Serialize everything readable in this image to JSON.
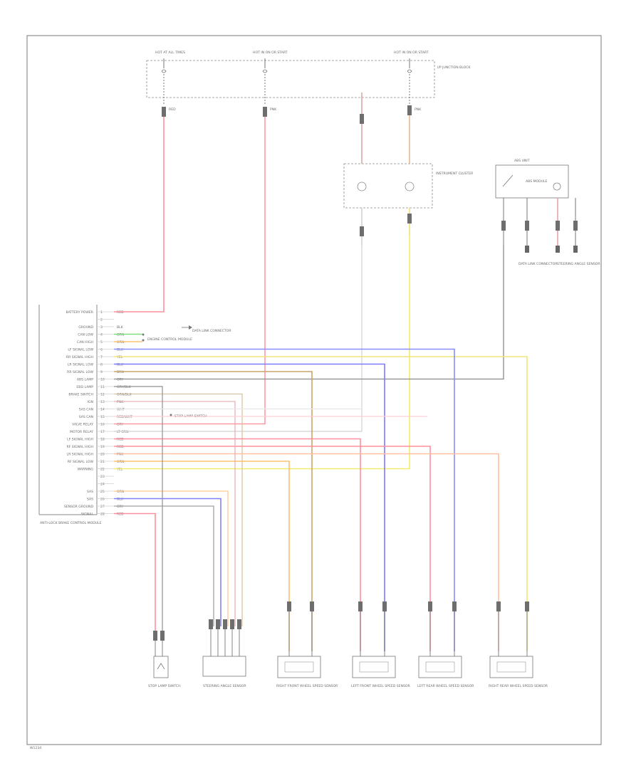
{
  "top_fuses": [
    {
      "id": "fuse-1",
      "label": "HOT AT ALL TIMES",
      "wire": "RED"
    },
    {
      "id": "fuse-2",
      "label": "HOT IN ON OR START",
      "wire": "PNK"
    },
    {
      "id": "fuse-3",
      "label": "HOT IN ON OR START",
      "wire": "PNK"
    }
  ],
  "fuse_box_label": "I/P JUNCTION BLOCK",
  "instrument_cluster_label": "INSTRUMENT CLUSTER",
  "abs_unit_label": "ABS UNIT",
  "abs_unit_inner_label": "ABS MODULE",
  "abs_outputs": [
    {
      "label": "DATA LINK CONNECTOR"
    },
    {
      "label": "STEERING ANGLE SENSOR"
    }
  ],
  "module_label": "ANTI-LOCK BRAKE CONTROL MODULE",
  "module_pins": [
    {
      "label": "BATTERY POWER",
      "pin": "1",
      "wire": "RED",
      "color": "#ff9aa5"
    },
    {
      "label": "",
      "pin": "2",
      "wire": "",
      "color": "#cfcfcf"
    },
    {
      "label": "GROUND",
      "pin": "3",
      "wire": "BLK",
      "color": "#9a9a9a"
    },
    {
      "label": "CAN LOW",
      "pin": "4",
      "wire": "GRN",
      "color": "#9be58f"
    },
    {
      "label": "CAN HIGH",
      "pin": "5",
      "wire": "ORN",
      "color": "#ffcf8c"
    },
    {
      "label": "LF SIGNAL LOW",
      "pin": "6",
      "wire": "BLU",
      "color": "#9090ff"
    },
    {
      "label": "RR SIGNAL HIGH",
      "pin": "7",
      "wire": "YEL",
      "color": "#f2f08a"
    },
    {
      "label": "LR SIGNAL LOW",
      "pin": "8",
      "wire": "BLU",
      "color": "#9090ff"
    },
    {
      "label": "RR SIGNAL LOW",
      "pin": "9",
      "wire": "BRN",
      "color": "#cdb38a"
    },
    {
      "label": "ABS LAMP",
      "pin": "10",
      "wire": "GRY",
      "color": "#a6a6a6"
    },
    {
      "label": "EBD LAMP",
      "pin": "11",
      "wire": "GRY/BLK",
      "color": "#8f8f8f"
    },
    {
      "label": "BRAKE SWITCH",
      "pin": "12",
      "wire": "ORN/BLK",
      "color": "#e7b878"
    },
    {
      "label": "IGN",
      "pin": "13",
      "wire": "PNK",
      "color": "#f7b9c3"
    },
    {
      "label": "SAS CAN",
      "pin": "14",
      "wire": "WHT",
      "color": "#d6d6d6"
    },
    {
      "label": "SAS CAN",
      "pin": "15",
      "wire": "RED/WHT",
      "color": "#ffb0b8"
    },
    {
      "label": "VALVE RELAY",
      "pin": "16",
      "wire": "GRY",
      "color": "#b9b9b9"
    },
    {
      "label": "MOTOR RELAY",
      "pin": "17",
      "wire": "LT GRN",
      "color": "#c8f0b8"
    },
    {
      "label": "LF SIGNAL HIGH",
      "pin": "18",
      "wire": "RED",
      "color": "#ff9aa5"
    },
    {
      "label": "RF SIGNAL HIGH",
      "pin": "19",
      "wire": "RED",
      "color": "#ff9aa5"
    },
    {
      "label": "LR SIGNAL HIGH",
      "pin": "20",
      "wire": "PNK",
      "color": "#ffb8c6"
    },
    {
      "label": "RF SIGNAL LOW",
      "pin": "21",
      "wire": "ORN",
      "color": "#ffcf8c"
    },
    {
      "label": "WARNING",
      "pin": "22",
      "wire": "YEL",
      "color": "#f2f08a"
    },
    {
      "label": "",
      "pin": "23",
      "wire": "",
      "color": "#cfcfcf"
    },
    {
      "label": "",
      "pin": "24",
      "wire": "",
      "color": "#cfcfcf"
    },
    {
      "label": "SAS",
      "pin": "25",
      "wire": "ORN",
      "color": "#ffcf8c"
    },
    {
      "label": "SAS",
      "pin": "26",
      "wire": "BLU",
      "color": "#9090ff"
    },
    {
      "label": "SENSOR GROUND",
      "pin": "27",
      "wire": "GRY",
      "color": "#a6a6a6"
    },
    {
      "label": "SIGNAL",
      "pin": "28",
      "wire": "RED",
      "color": "#ff9aa5"
    }
  ],
  "module_notes": [
    {
      "label": "ENGINE CONTROL MODULE"
    },
    {
      "label": "DATA LINK CONNECTOR"
    },
    {
      "label": "STOP LAMP SWITCH"
    }
  ],
  "bottom_components": [
    {
      "label": "STOP LAMP SWITCH"
    },
    {
      "label": "STEERING ANGLE SENSOR"
    },
    {
      "label": "RIGHT FRONT WHEEL SPEED SENSOR"
    },
    {
      "label": "LEFT FRONT WHEEL SPEED SENSOR"
    },
    {
      "label": "LEFT REAR WHEEL SPEED SENSOR"
    },
    {
      "label": "RIGHT REAR WHEEL SPEED SENSOR"
    }
  ],
  "footer_code": "W1234"
}
